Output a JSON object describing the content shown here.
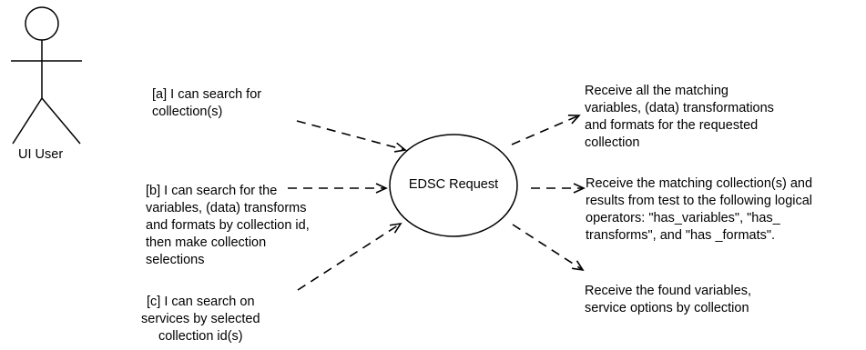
{
  "actor": {
    "label": "UI User"
  },
  "center": {
    "label": "EDSC Request"
  },
  "inputs": [
    {
      "id": "a",
      "lines": [
        "[a] I can search for",
        "collection(s)"
      ]
    },
    {
      "id": "b",
      "lines": [
        "[b] I can search for the",
        "variables, (data) transforms",
        "and formats by collection id,",
        "then make collection",
        "selections"
      ]
    },
    {
      "id": "c",
      "lines": [
        "[c] I can search on",
        "services by selected",
        "collection id(s)"
      ]
    }
  ],
  "outputs": [
    {
      "id": "1",
      "lines": [
        "Receive all the matching",
        "variables, (data) transformations",
        "and formats for the requested",
        "collection"
      ]
    },
    {
      "id": "2",
      "lines": [
        "Receive the matching collection(s) and",
        "results from test to the following logical",
        "operators: \"has_variables\", \"has_",
        "transforms\", and \"has _formats\"."
      ]
    },
    {
      "id": "3",
      "lines": [
        "Receive the found variables,",
        "service options by collection"
      ]
    }
  ]
}
